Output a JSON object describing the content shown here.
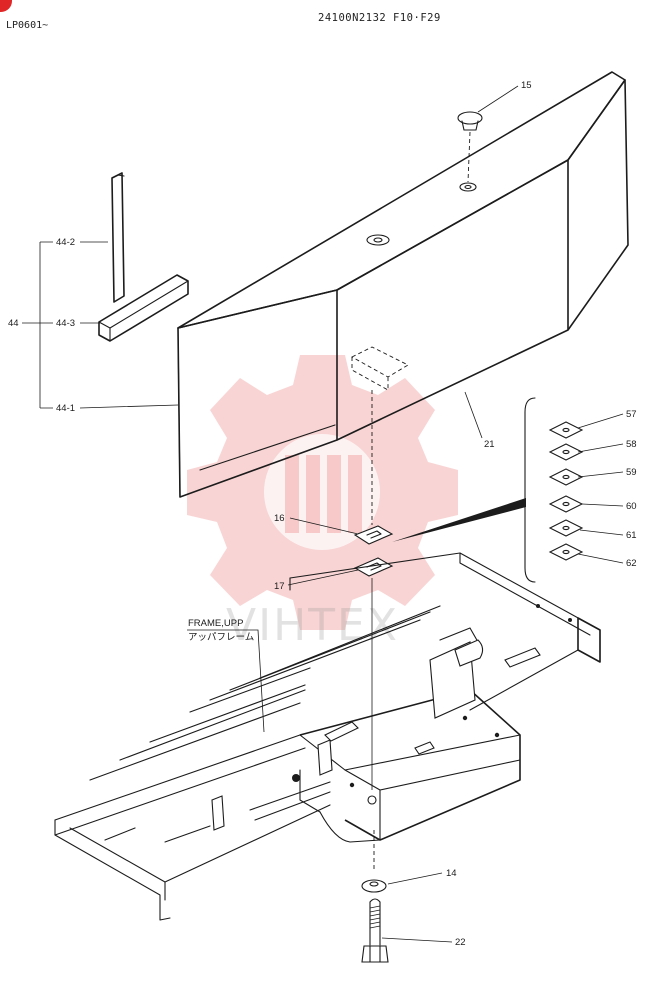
{
  "header": {
    "page_code": "LP0601~",
    "title": "24100N2132 F10·F29"
  },
  "callouts": {
    "p15": "15",
    "p44_2": "44-2",
    "p44": "44",
    "p44_3": "44-3",
    "p44_1": "44-1",
    "p21": "21",
    "p16": "16",
    "p17": "17",
    "p57": "57",
    "p58": "58",
    "p59": "59",
    "p60": "60",
    "p61": "61",
    "p62": "62",
    "p14": "14",
    "p22": "22"
  },
  "frame_label": {
    "en": "FRAME,UPP",
    "jp": "アッパフレーム"
  },
  "watermark": {
    "text": "VIHTEX",
    "color": "#e33a3a"
  },
  "icons": [
    "gear-logo-icon",
    "corner-mark-icon"
  ]
}
